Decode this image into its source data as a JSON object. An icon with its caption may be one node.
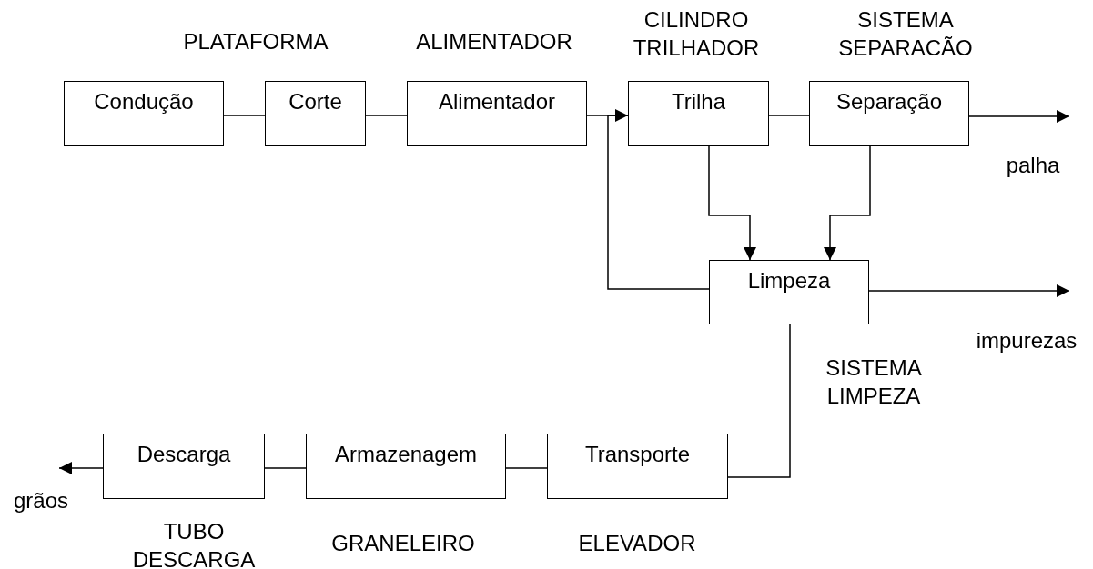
{
  "diagram": {
    "nodes": [
      {
        "text": [
          "Condução"
        ]
      },
      {
        "text": [
          "Corte"
        ]
      },
      {
        "text": [
          "Alimentador"
        ]
      },
      {
        "text": [
          "Trilha"
        ]
      },
      {
        "text": [
          "Separação"
        ]
      },
      {
        "text": [
          "Limpeza"
        ]
      },
      {
        "text": [
          "Descarga"
        ]
      },
      {
        "text": [
          "Armazenagem"
        ]
      },
      {
        "text": [
          "Transporte"
        ]
      }
    ],
    "edges": [
      {
        "from": 0,
        "to": 1,
        "arrow": "none"
      },
      {
        "from": 1,
        "to": 2,
        "arrow": "none"
      },
      {
        "from": 2,
        "to": 3,
        "arrow": "none"
      },
      {
        "from": 3,
        "to": 4,
        "arrow": "none"
      },
      {
        "from": 4,
        "to": null,
        "arrow": "to"
      },
      {
        "from": 3,
        "to": 5,
        "arrow": "to"
      },
      {
        "from": 4,
        "to": 5,
        "arrow": "to"
      },
      {
        "from": 5,
        "to": 3,
        "arrow": "to"
      },
      {
        "from": 5,
        "to": null,
        "arrow": "to"
      },
      {
        "from": 5,
        "to": 8,
        "arrow": "none"
      },
      {
        "from": 8,
        "to": 7,
        "arrow": "none"
      },
      {
        "from": 7,
        "to": 6,
        "arrow": "none"
      },
      {
        "from": 6,
        "to": null,
        "arrow": "to"
      }
    ],
    "labels": [
      "PLATAFORMA",
      "ALIMENTADOR",
      "CILINDRO TRILHADOR",
      "SISTEMA SEPARACÃO",
      "palha",
      "impurezas",
      "SISTEMA LIMPEZA",
      "grãos",
      "TUBO DESCARGA",
      "GRANELEIRO",
      "ELEVADOR"
    ]
  }
}
